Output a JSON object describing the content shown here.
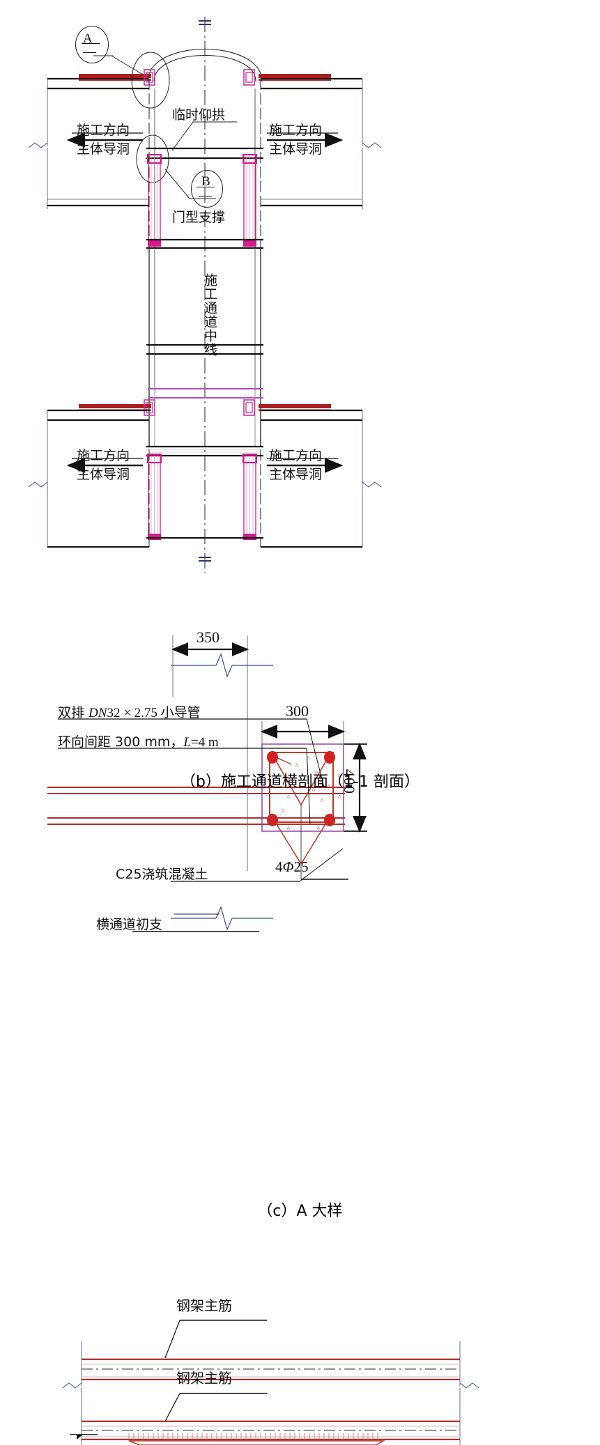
{
  "document": {
    "type": "engineering-drawing",
    "colors": {
      "line_black": "#1a1a1a",
      "rebar_red": "#a82020",
      "support_magenta": "#d41a8c",
      "outline_purple": "#9b4fb0",
      "thin_blue": "#3a4a8c",
      "concrete_box": "#9b4fb0"
    }
  },
  "figure_b": {
    "caption": "（b）施工通道横剖面（1-1 剖面）",
    "callout_a": {
      "letter": "A",
      "dash": "—"
    },
    "callout_b": {
      "letter": "B",
      "dash": "—"
    },
    "labels": {
      "temporary_invert": "临时仰拱",
      "portal_support": "门型支撑",
      "centerline": "施工通道中线",
      "direction_top_left_1": "施工方向",
      "direction_top_left_2": "主体导洞",
      "direction_top_right_1": "施工方向",
      "direction_top_right_2": "主体导洞",
      "direction_bot_left_1": "施工方向",
      "direction_bot_left_2": "主体导洞",
      "direction_bot_right_1": "施工方向",
      "direction_bot_right_2": "主体导洞"
    }
  },
  "figure_c": {
    "caption": "（c）A 大样",
    "dims": {
      "width_350": "350",
      "width_300": "300",
      "height_400": "400"
    },
    "labels": {
      "pipe_line1_prefix": "双排 ",
      "pipe_line1_italic": "DN",
      "pipe_line1_mid": "32 × 2.75 ",
      "pipe_line1_suffix": "小导管",
      "pipe_line2_prefix": "环向间距 300 mm，",
      "pipe_line2_italic": "L",
      "pipe_line2_suffix": "=4 m",
      "concrete": "C25浇筑混凝土",
      "cross_passage_support": "横通道初支",
      "rebar_spec_count": "4",
      "rebar_spec_symbol": "Φ",
      "rebar_spec_size": "25"
    }
  },
  "figure_d": {
    "labels": {
      "main_rebar_top": "钢架主筋",
      "main_rebar_bottom": "钢架主筋"
    }
  }
}
